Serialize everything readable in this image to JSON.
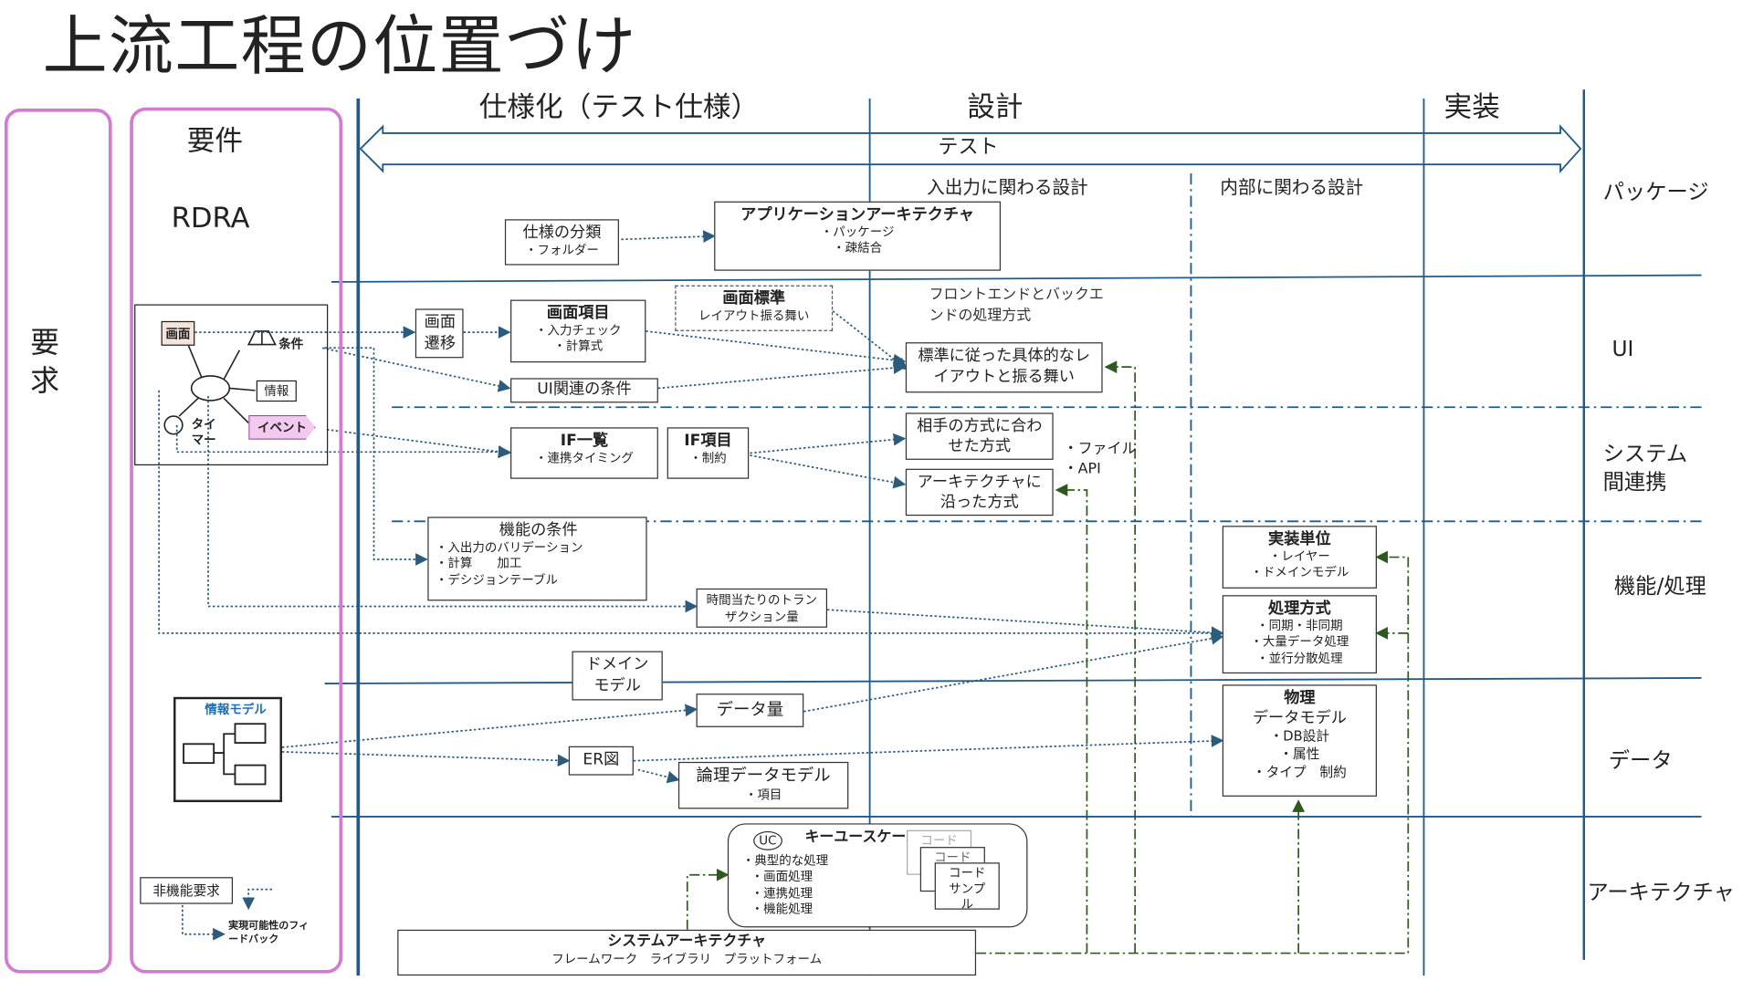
{
  "title": "上流工程の位置づけ",
  "columns": {
    "requirement": "要求",
    "spec_req": "要件",
    "rdra": "RDRA",
    "specification": "仕様化（テスト仕様）",
    "design": "設計",
    "implementation": "実装",
    "test": "テスト",
    "design_io": "入出力に関わる設計",
    "design_internal": "内部に関わる設計"
  },
  "layers": {
    "package": "パッケージ",
    "ui": "UI",
    "system_link_1": "システム",
    "system_link_2": "間連携",
    "function": "機能/処理",
    "data": "データ",
    "architecture": "アーキテクチャ"
  },
  "rdra_model": {
    "screen": "画面",
    "condition": "条件",
    "info": "情報",
    "timer": "タイマー",
    "event": "イベント",
    "info_model": "情報モデル",
    "nfr": "非機能要求",
    "feedback": "実現可能性のフィードバック"
  },
  "boxes": {
    "spec_class": {
      "title": "仕様の分類",
      "items": [
        "・フォルダー"
      ]
    },
    "app_arch": {
      "title": "アプリケーションアーキテクチャ",
      "items": [
        "・パッケージ",
        "・疎結合"
      ]
    },
    "screen_transition": {
      "title": "画面遷移"
    },
    "screen_items": {
      "title": "画面項目",
      "items": [
        "・入力チェック",
        "・計算式"
      ]
    },
    "screen_std": {
      "title": "画面標準",
      "items": [
        "レイアウト振る舞い"
      ]
    },
    "fe_be_note": "フロントエンドとバックエンドの処理方式",
    "std_layout": {
      "title": "標準に従った具体的なレイアウトと振る舞い"
    },
    "ui_conditions": {
      "title": "UI関連の条件"
    },
    "if_list": {
      "title": "IF一覧",
      "items": [
        "・連携タイミング"
      ]
    },
    "if_items": {
      "title": "IF項目",
      "items": [
        "・制約"
      ]
    },
    "partner_method": {
      "title": "相手の方式に合わせた方式"
    },
    "arch_method": {
      "title": "アーキテクチャに沿った方式"
    },
    "file_api": [
      "・ファイル",
      "・API"
    ],
    "func_conditions": {
      "title": "機能の条件",
      "items": [
        "・入出力のバリデーション",
        "・計算　　加工",
        "・デシジョンテーブル"
      ]
    },
    "tx_volume": {
      "title": "時間当たりのトランザクション量"
    },
    "impl_unit": {
      "title": "実装単位",
      "items": [
        "・レイヤー",
        "・ドメインモデル"
      ]
    },
    "processing": {
      "title": "処理方式",
      "items": [
        "・同期・非同期",
        "・大量データ処理",
        "・並行分散処理"
      ]
    },
    "domain_model": {
      "title": "ドメインモデル"
    },
    "data_volume": {
      "title": "データ量"
    },
    "er_diagram": {
      "title": "ER図"
    },
    "logical_model": {
      "title": "論理データモデル",
      "items": [
        "・項目"
      ]
    },
    "physical": {
      "title": "物理",
      "sub": "データモデル",
      "items": [
        "・DB設計",
        "・属性",
        "・タイプ　制約"
      ]
    },
    "key_usecase": {
      "badge": "UC",
      "title": "キーユースケース",
      "items": [
        "・典型的な処理",
        "・画面処理",
        "・連携処理",
        "・機能処理"
      ]
    },
    "code_sample": {
      "back1": "コード",
      "back2": "コード",
      "front": "コードサンプル"
    },
    "sys_arch": {
      "title": "システムアーキテクチャ",
      "sub": "フレームワーク　ライブラリ　プラットフォーム"
    }
  },
  "colors": {
    "frame_pink": "#d27bd0",
    "line_blue": "#1f5a8a",
    "arrow_blue": "#2b5c7e",
    "arch_green": "#2e5a1e",
    "event_fill": "#f2c9ef",
    "info_model_text": "#1f6fb5"
  }
}
